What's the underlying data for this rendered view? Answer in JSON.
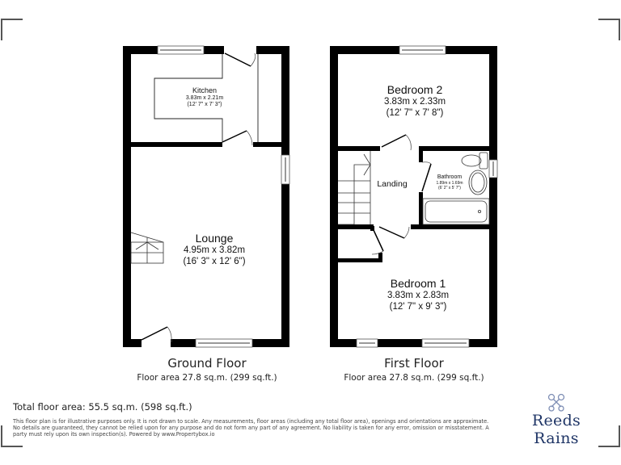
{
  "ground_floor": {
    "title": "Ground Floor",
    "area": "Floor area 27.8 sq.m. (299 sq.ft.)",
    "rooms": [
      {
        "name": "Kitchen",
        "metric": "3.83m x 2.21m",
        "imperial": "(12' 7\" x 7' 3\")"
      },
      {
        "name": "Lounge",
        "metric": "4.95m x 3.82m",
        "imperial": "(16' 3\" x 12' 6\")"
      }
    ]
  },
  "first_floor": {
    "title": "First Floor",
    "area": "Floor area 27.8 sq.m. (299 sq.ft.)",
    "rooms": [
      {
        "name": "Bedroom 2",
        "metric": "3.83m x 2.33m",
        "imperial": "(12' 7\" x 7' 8\")"
      },
      {
        "name": "Landing",
        "metric": "",
        "imperial": ""
      },
      {
        "name": "Bathroom",
        "metric": "1.89m x 1.69m",
        "imperial": "(6' 2\" x 5' 7\")"
      },
      {
        "name": "Bedroom 1",
        "metric": "3.83m x 2.83m",
        "imperial": "(12' 7\" x 9' 3\")"
      }
    ]
  },
  "footer": {
    "total_area": "Total floor area: 55.5 sq.m. (598 sq.ft.)",
    "disclaimer": "This floor plan is for illustrative purposes only. It is not drawn to scale. Any measurements, floor areas (including any total floor area), openings and orientations are approximate. No details are guaranteed, they cannot be relied upon for any purpose and do not form any part of any agreement. No liability is taken for any error, omission or misstatement. A party must rely upon its own inspection(s). Powered by www.Propertybox.io"
  },
  "brand": {
    "name": "Reeds Rains",
    "logo_icon": "crossed-keys-icon",
    "color": "#1f3566"
  },
  "colors": {
    "wall": "#000000",
    "window": "#cccccc",
    "line": "#333333"
  }
}
